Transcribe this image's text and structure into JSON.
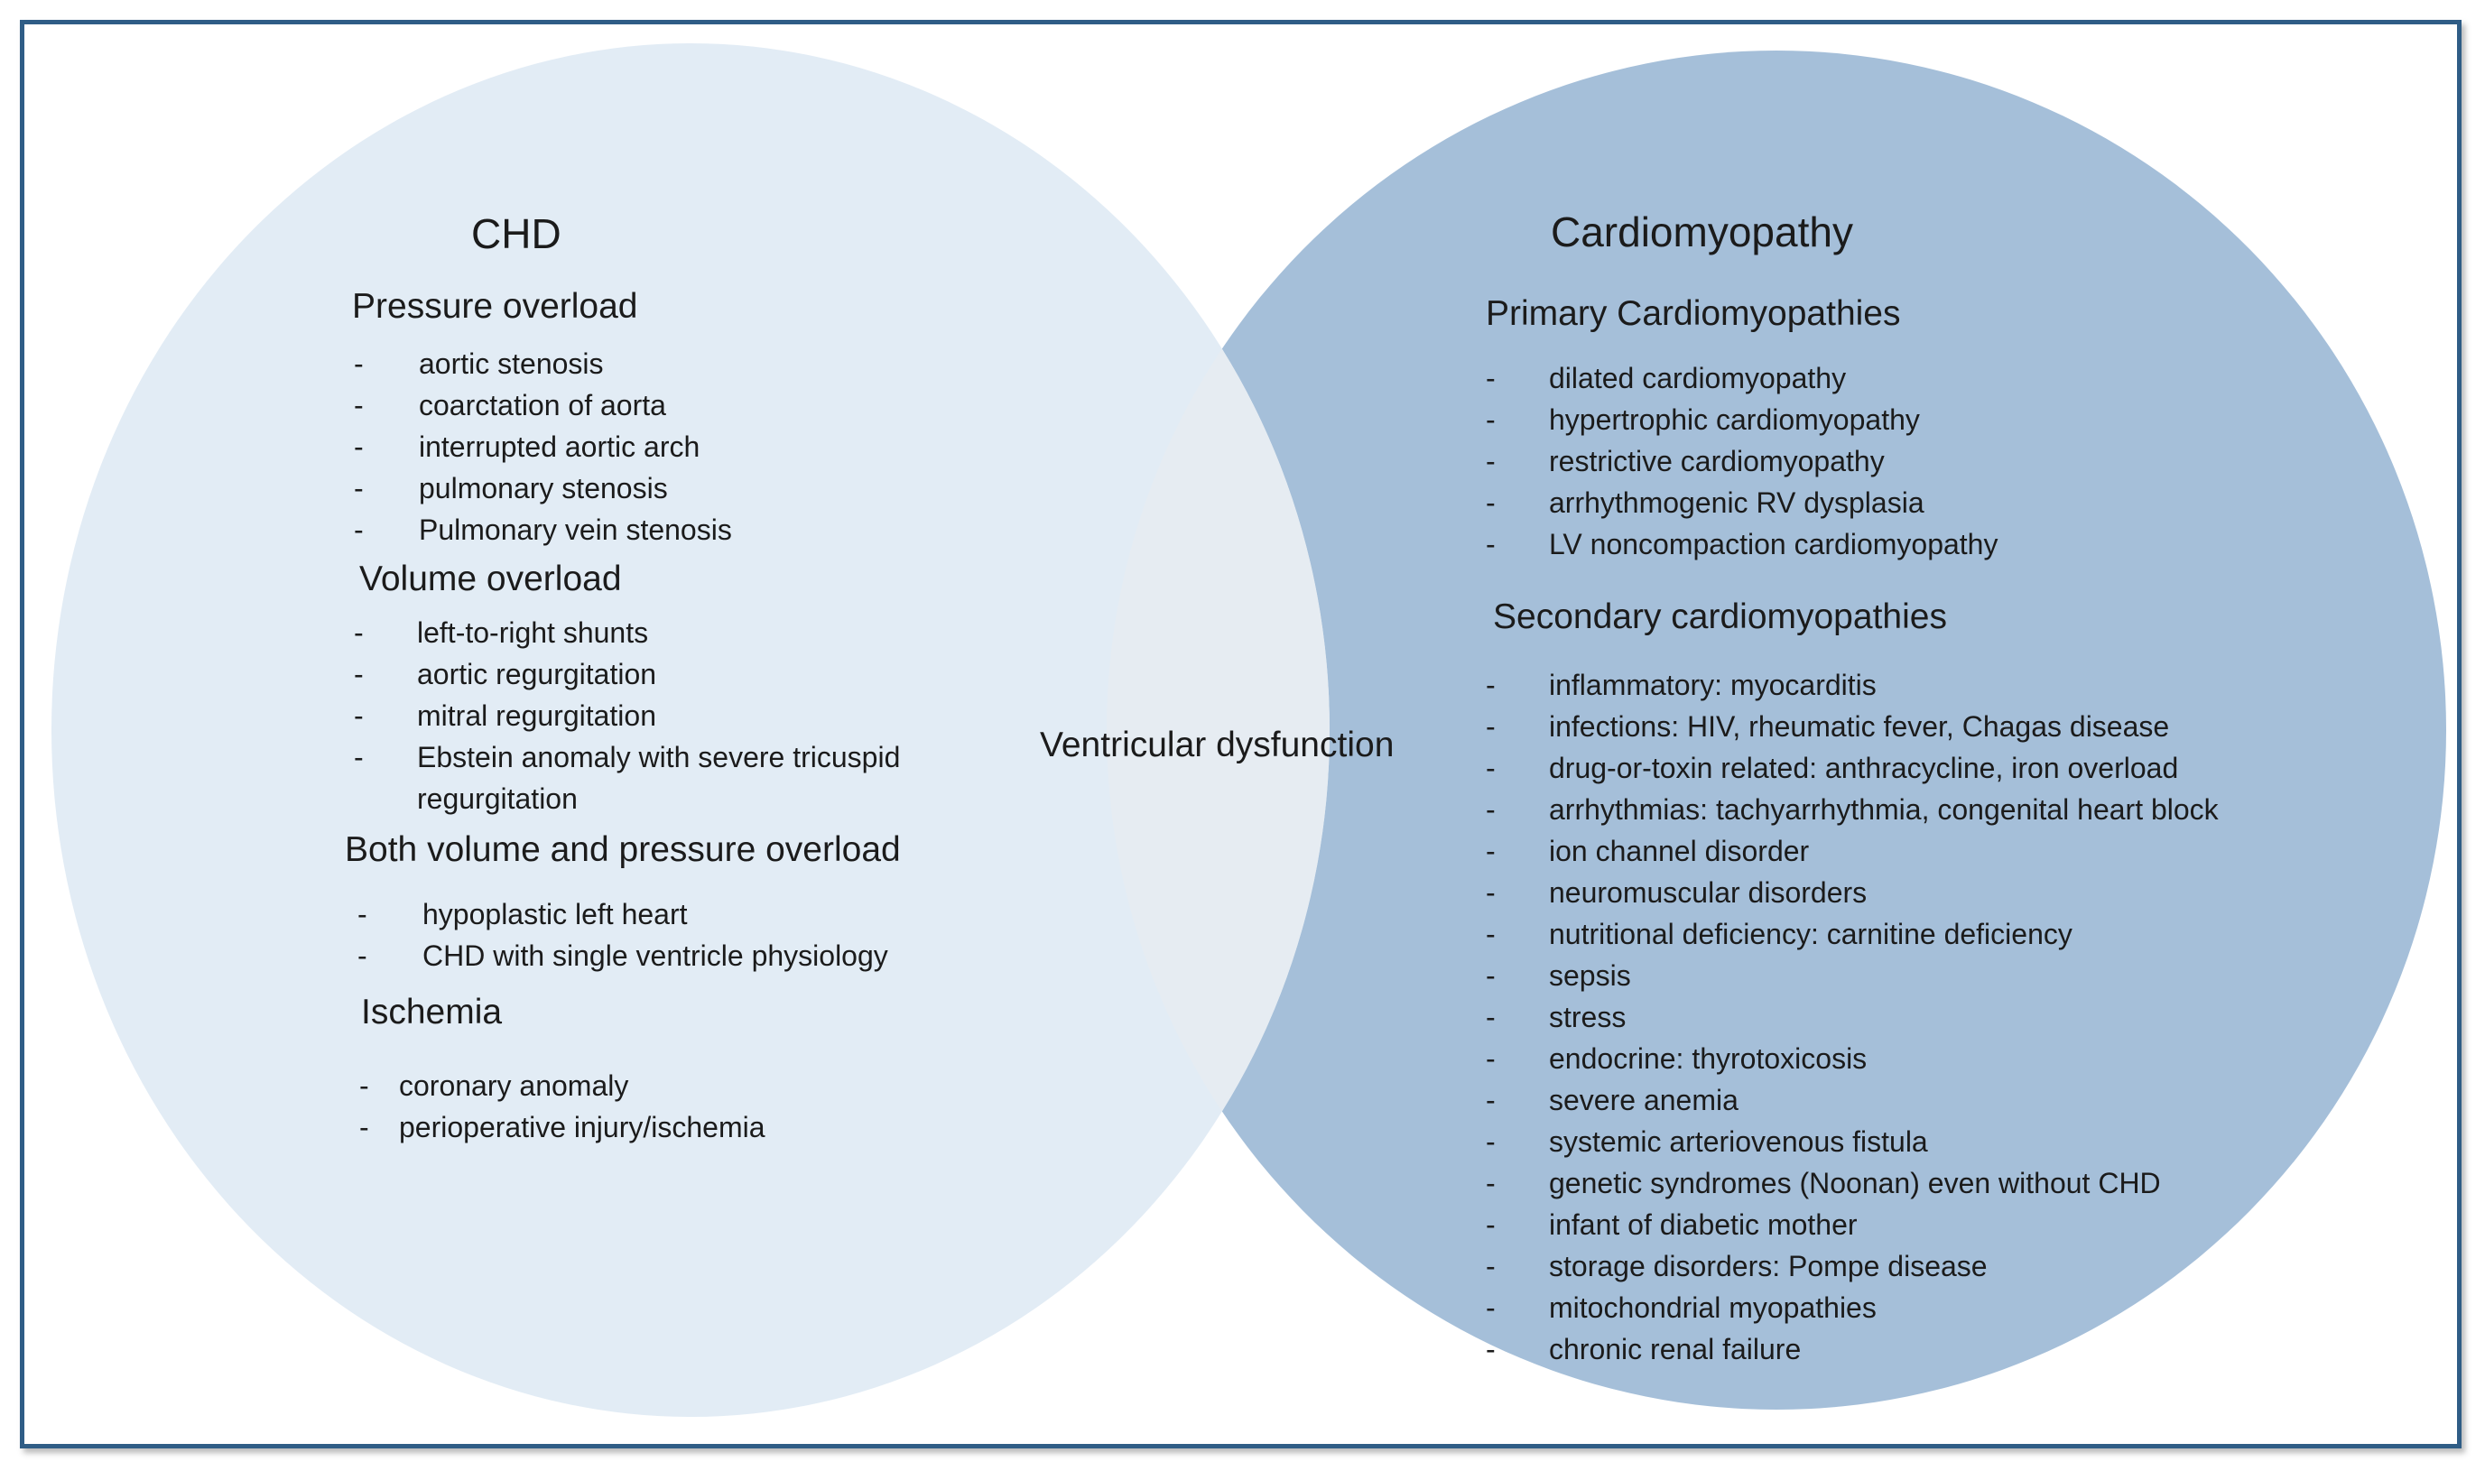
{
  "colors": {
    "left_circle": "#e2ecf5",
    "right_circle": "#a5bfd9",
    "overlap": "#e6ecf2",
    "frame": "#2f5d86",
    "text": "#1b1b1b"
  },
  "left": {
    "title": "CHD",
    "groups": [
      {
        "heading": "Pressure overload",
        "items": [
          "aortic stenosis",
          "coarctation of aorta",
          "interrupted aortic arch",
          "pulmonary stenosis",
          "Pulmonary vein stenosis"
        ]
      },
      {
        "heading": "Volume overload",
        "items": [
          "left-to-right shunts",
          "aortic regurgitation",
          "mitral regurgitation",
          "Ebstein anomaly with severe tricuspid",
          "regurgitation"
        ]
      },
      {
        "heading": "Both volume and pressure overload",
        "items": [
          "hypoplastic left heart",
          "CHD with single ventricle physiology"
        ]
      },
      {
        "heading": "Ischemia",
        "items": [
          "coronary anomaly",
          "perioperative injury/ischemia"
        ]
      }
    ]
  },
  "center": {
    "label": "Ventricular dysfunction"
  },
  "right": {
    "title": "Cardiomyopathy",
    "groups": [
      {
        "heading": "Primary Cardiomyopathies",
        "items": [
          "dilated cardiomyopathy",
          "hypertrophic cardiomyopathy",
          "restrictive cardiomyopathy",
          "arrhythmogenic RV dysplasia",
          "LV noncompaction cardiomyopathy"
        ]
      },
      {
        "heading": "Secondary cardiomyopathies",
        "items": [
          "inflammatory: myocarditis",
          "infections: HIV, rheumatic fever, Chagas disease",
          "drug-or-toxin related: anthracycline, iron overload",
          "arrhythmias: tachyarrhythmia, congenital heart block",
          "ion channel disorder",
          "neuromuscular disorders",
          "nutritional deficiency: carnitine deficiency",
          "sepsis",
          "stress",
          "endocrine: thyrotoxicosis",
          "severe anemia",
          "systemic arteriovenous fistula",
          "genetic syndromes (Noonan) even without CHD",
          "infant of diabetic mother",
          "storage disorders: Pompe disease",
          "mitochondrial myopathies",
          "chronic renal failure"
        ]
      }
    ]
  },
  "dash": "-"
}
